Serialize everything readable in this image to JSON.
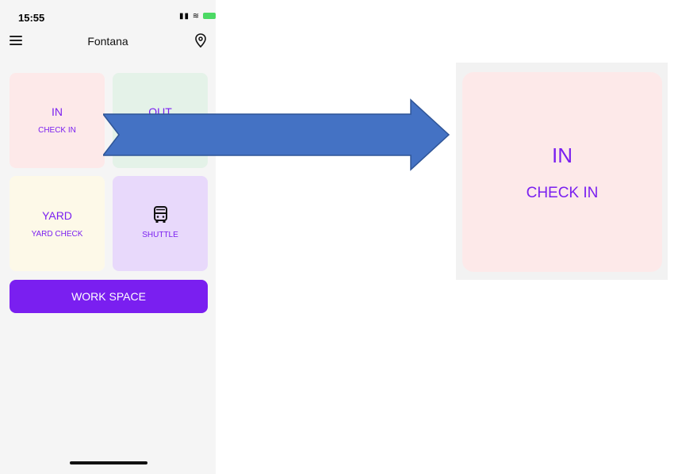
{
  "status_bar": {
    "time": "15:55"
  },
  "header": {
    "title": "Fontana"
  },
  "tiles": {
    "in": {
      "label": "IN",
      "sub": "CHECK IN"
    },
    "out": {
      "label": "OUT"
    },
    "yard": {
      "label": "YARD",
      "sub": "YARD CHECK"
    },
    "shuttle": {
      "sub": "SHUTTLE"
    }
  },
  "work_space": {
    "label": "WORK SPACE"
  },
  "zoom": {
    "label": "IN",
    "sub": "CHECK IN"
  },
  "colors": {
    "accent": "#7a1ff0",
    "tile_in": "#fde9e9",
    "tile_out": "#e4f2e8",
    "tile_yard": "#fdf9e8",
    "tile_shuttle": "#e8d9fb",
    "arrow": "#4472c4"
  },
  "icons": [
    "menu-icon",
    "location-pin-icon",
    "bus-icon",
    "signal-icon",
    "wifi-icon",
    "battery-icon"
  ]
}
